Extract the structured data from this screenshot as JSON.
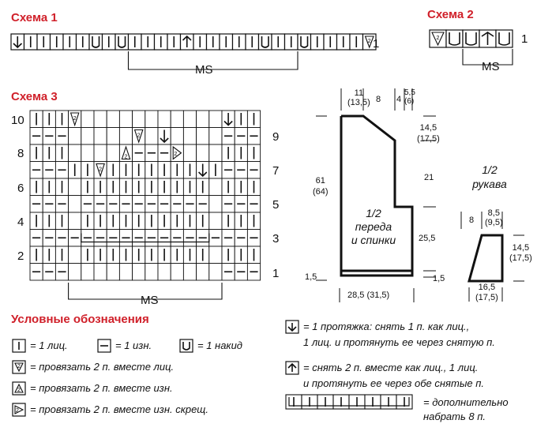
{
  "scheme1": {
    "title": "Схема 1",
    "row_number": "1",
    "repeat_label": "MS",
    "cells": [
      "slip1",
      "knit",
      "knit",
      "knit",
      "knit",
      "knit",
      "yo",
      "knit",
      "yo",
      "knit",
      "knit",
      "knit",
      "knit",
      "slip2",
      "knit",
      "knit",
      "knit",
      "knit",
      "knit",
      "yo",
      "knit",
      "knit",
      "yo",
      "knit",
      "knit",
      "knit",
      "knit",
      "k2tog"
    ]
  },
  "scheme2": {
    "title": "Схема 2",
    "row_number": "1",
    "repeat_label": "MS",
    "cells": [
      "k2tog",
      "yo",
      "yo",
      "slip2",
      "yo"
    ]
  },
  "scheme3": {
    "title": "Схема 3",
    "left_numbers": [
      "10",
      "8",
      "6",
      "4",
      "2"
    ],
    "right_numbers": [
      "9",
      "7",
      "5",
      "3",
      "1"
    ],
    "repeat_label": "MS"
  },
  "body_piece": {
    "label_line1": "1/2",
    "label_line2": "переда",
    "label_line3": "и спинки",
    "top_dim1": "11",
    "top_dim1b": "(13,5)",
    "top_dim2": "8",
    "top_dim3": "4",
    "top_dim4": "5,5",
    "top_dim4b": "(6)",
    "height_total": "61",
    "height_total_b": "(64)",
    "right_dim1": "14,5",
    "right_dim1b": "(17,5)",
    "right_dim2": "21",
    "right_dim3": "25,5",
    "bottom_left": "1,5",
    "bottom_right": "1,5",
    "bottom_width": "28,5 (31,5)"
  },
  "sleeve": {
    "label_line1": "1/2",
    "label_line2": "рукава",
    "top_dim1": "8",
    "top_dim2": "8,5",
    "top_dim2b": "(9,5)",
    "right_dim": "14,5",
    "right_dim_b": "(17,5)",
    "bottom_dim": "16,5",
    "bottom_dim_b": "(17,5)"
  },
  "legend": {
    "title": "Условные обозначения",
    "knit": "= 1 лиц.",
    "purl": "= 1 изн.",
    "yo": "= 1 накид",
    "k2tog": "= провязать 2 п. вместе лиц.",
    "p2tog": "= провязать 2 п. вместе изн.",
    "p2tog_tbl": "= провязать 2 п. вместе изн. скрещ.",
    "slip1_line1": "= 1 протяжка: снять 1 п. как лиц.,",
    "slip1_line2": "1 лиц. и протянуть ее через снятую п.",
    "slip2_line1": "= снять 2 п. вместе как лиц., 1 лиц.",
    "slip2_line2": "и протянуть ее через обе снятые п.",
    "cast_on_line1": "= дополнительно",
    "cast_on_line2": "набрать 8 п."
  }
}
